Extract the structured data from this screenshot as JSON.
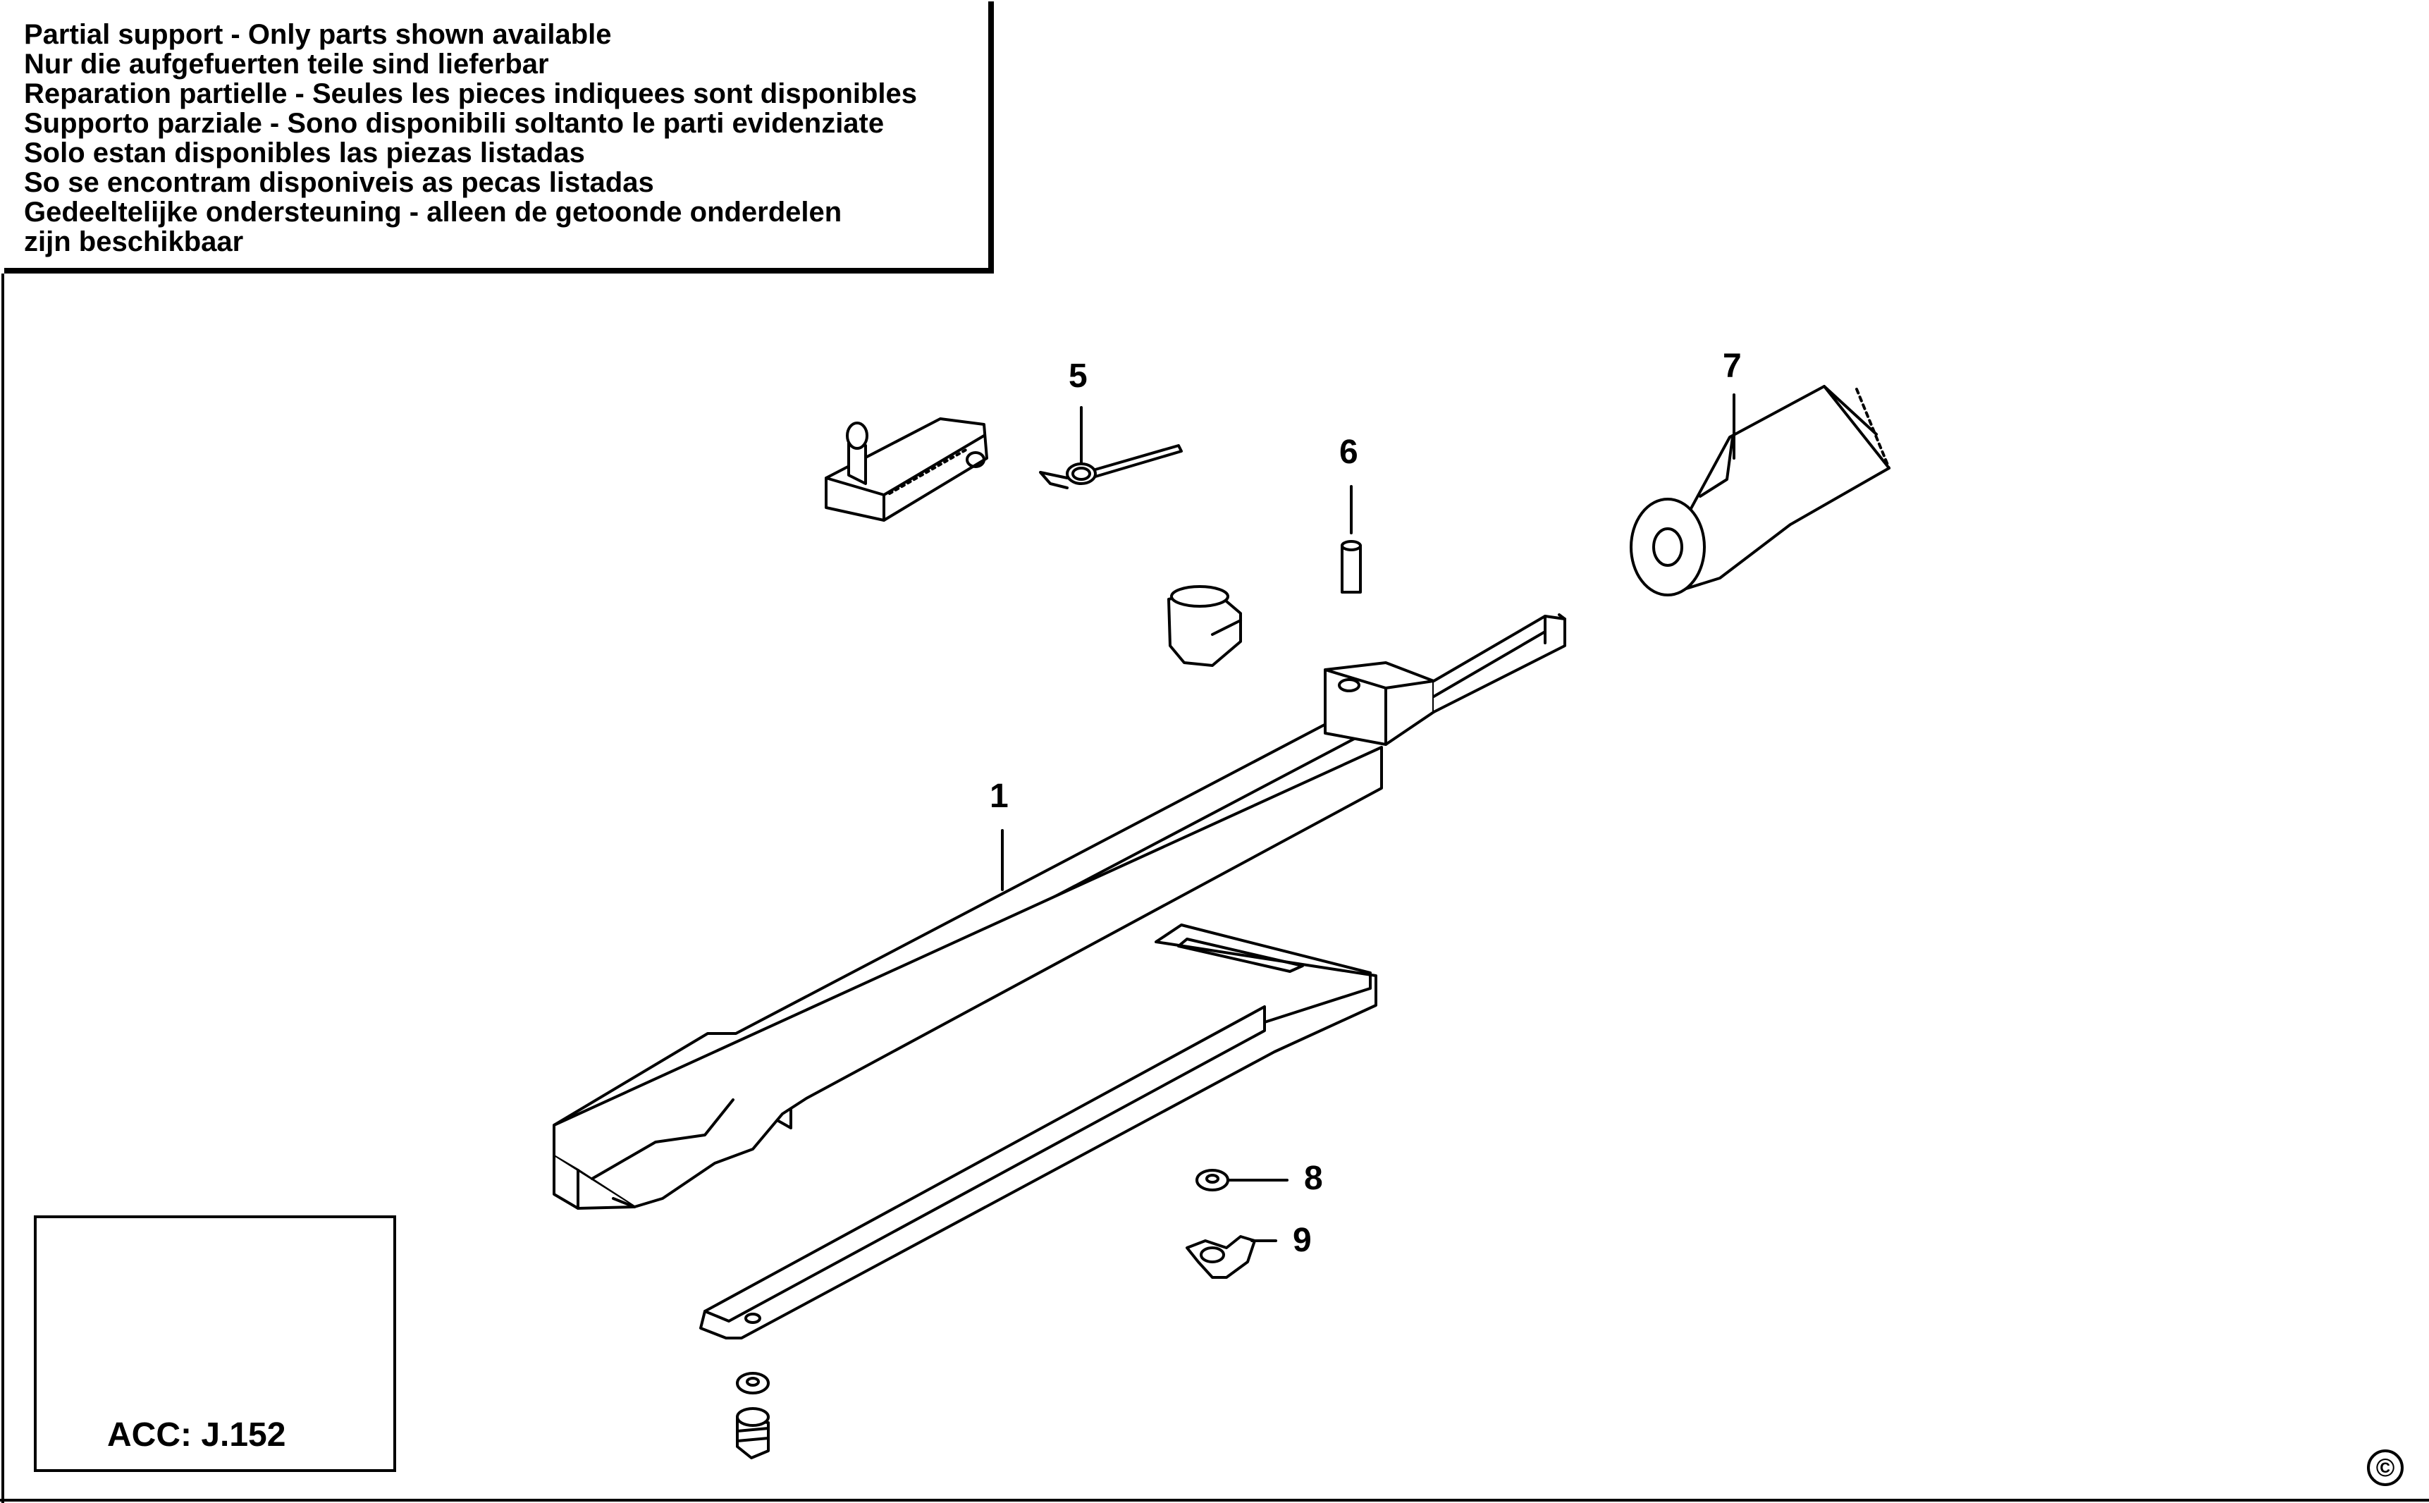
{
  "notice": {
    "lines": [
      "Partial support - Only parts shown available",
      "Nur die aufgefuerten teile sind lieferbar",
      "Reparation partielle - Seules les pieces indiquees sont disponibles",
      "Supporto parziale - Sono disponibili soltanto le parti evidenziate",
      "Solo estan disponibles las piezas listadas",
      "So se encontram disponiveis as pecas listadas",
      "Gedeeltelijke ondersteuning - alleen de getoonde onderdelen",
      "zijn beschikbaar"
    ]
  },
  "callouts": {
    "part_1": "1",
    "part_5": "5",
    "part_6": "6",
    "part_7": "7",
    "part_8": "8",
    "part_9": "9"
  },
  "accessory": {
    "label": "ACC: J.152"
  },
  "copyright": "©"
}
